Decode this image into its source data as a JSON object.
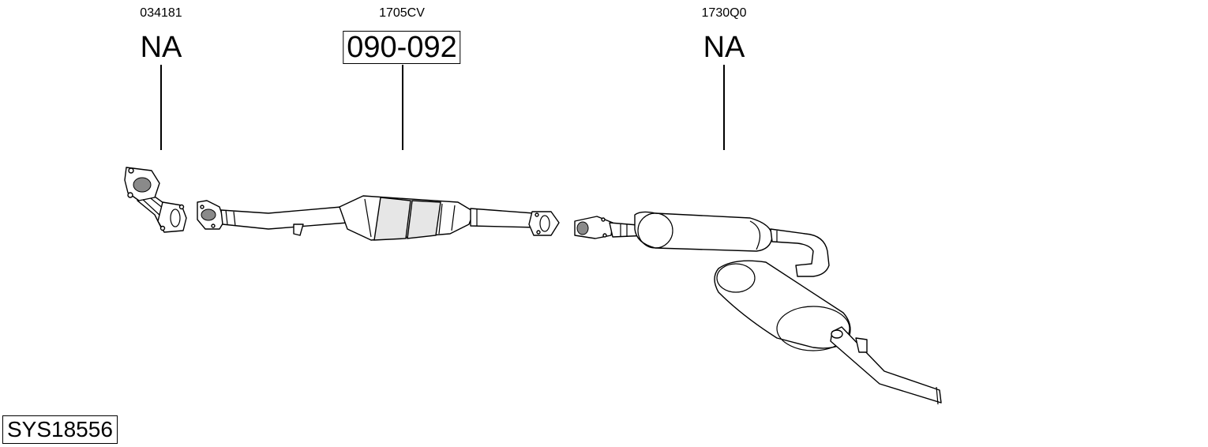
{
  "parts": [
    {
      "code": "034181",
      "ref": "NA",
      "boxed": false
    },
    {
      "code": "1705CV",
      "ref": "090-092",
      "boxed": true
    },
    {
      "code": "1730Q0",
      "ref": "NA",
      "boxed": false
    }
  ],
  "system_id": "SYS18556"
}
